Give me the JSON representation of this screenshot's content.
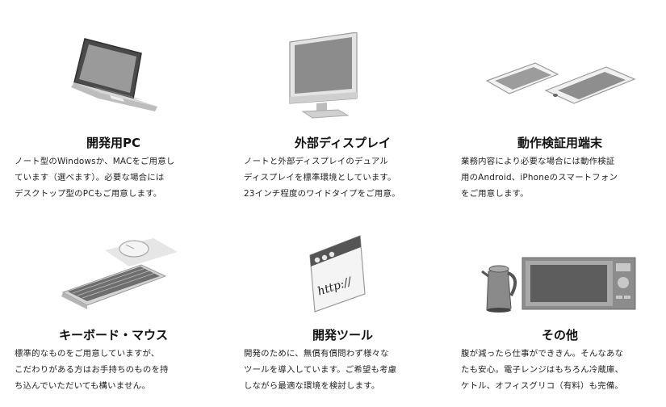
{
  "features": [
    {
      "icon": "laptop-icon",
      "title": "開発用PC",
      "lines": [
        "ノート型のWindowsか、MACをご用意し",
        "ています（選べます）。必要な場合には",
        "デスクトップ型のPCもご用意します。"
      ]
    },
    {
      "icon": "monitor-icon",
      "title": "外部ディスプレイ",
      "lines": [
        "ノートと外部ディスプレイのデュアル",
        "ディスプレイを標準環境としています。",
        "23インチ程度のワイドタイプをご用意。"
      ]
    },
    {
      "icon": "devices-icon",
      "title": "動作検証用端末",
      "lines": [
        "業務内容により必要な場合には動作検証",
        "用のAndroid、iPhoneのスマートフォン",
        "をご用意します。"
      ]
    },
    {
      "icon": "keyboard-mouse-icon",
      "title": "キーボード・マウス",
      "lines": [
        "標準的なものをご用意していますが、",
        "こだわりがある方はお手持ちのものを持",
        "ち込んでいただいても構いません。"
      ]
    },
    {
      "icon": "browser-http-icon",
      "icon_text": "http://",
      "title": "開発ツール",
      "lines": [
        "開発のために、無償有償問わず様々な",
        "ツールを導入しています。ご希望も考慮",
        "しながら最適な環境を検討します。"
      ]
    },
    {
      "icon": "kettle-microwave-icon",
      "title": "その他",
      "lines": [
        "腹が減ったら仕事ができきん。そんなあな",
        "たも安心。電子レンジはもちろん冷蔵庫、",
        "ケトル、オフィスグリコ（有料）も完備。"
      ]
    }
  ]
}
